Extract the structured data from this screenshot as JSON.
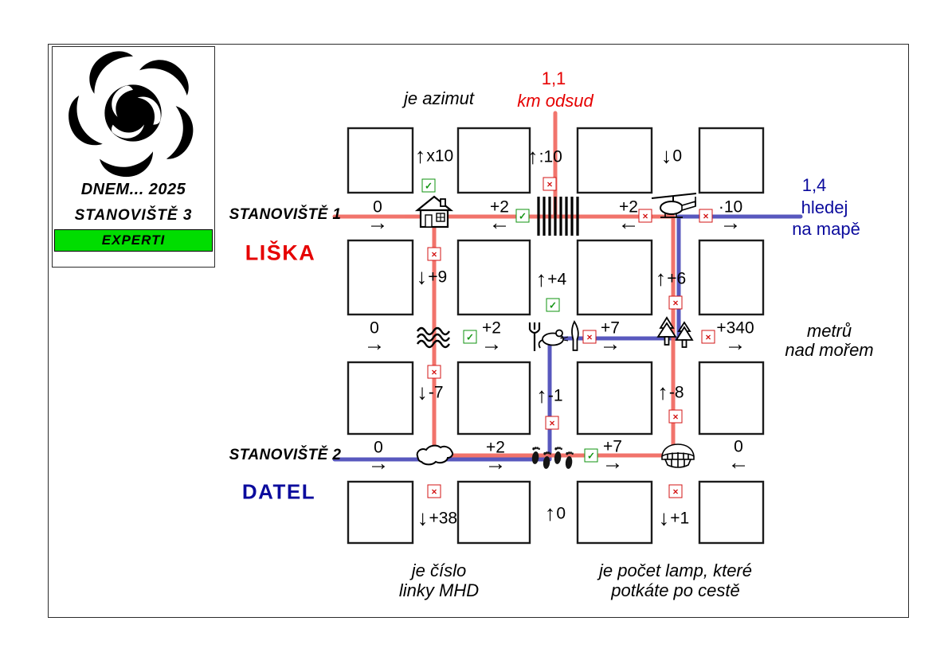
{
  "logo": {
    "event": "DNEM... 2025",
    "station": "STANOVIŠTĚ 3",
    "badge": "EXPERTI"
  },
  "captions": {
    "azimut": "je azimut",
    "km_value": "1,1",
    "km_label": "km odsud",
    "map_value": "1,4",
    "map_label_1": "hledej",
    "map_label_2": "na mapě",
    "elevation_1": "metrů",
    "elevation_2": "nad mořem",
    "mhd_1": "je číslo",
    "mhd_2": "linky MHD",
    "lamps_1": "je počet lamp, které",
    "lamps_2": "potkáte po cestě"
  },
  "routes": {
    "station1": "STANOVIŠTĚ 1",
    "station2": "STANOVIŠTĚ 2",
    "liska": "LIŠKA",
    "datel": "DATEL",
    "liska_color": "#f0685f",
    "datel_color": "#4a4ab8"
  },
  "colors": {
    "text_red": "#e60000",
    "text_blue": "#0b0b9d",
    "badge_green": "#00dd00",
    "check_green": "#0f930f",
    "cross_red": "#d31414"
  },
  "icons": {
    "house": "house-icon",
    "fence": "fence-icon",
    "helicopter": "helicopter-icon",
    "waves": "water-waves-icon",
    "fork": "fork-icon",
    "mouse": "mouse-icon",
    "knife": "knife-icon",
    "pines": "pine-trees-icon",
    "czech_map": "czech-map-icon",
    "footprints": "footprints-icon",
    "dentures": "dentures-icon"
  },
  "clues": {
    "x10": {
      "arrow": "↑",
      "value": "x10",
      "box": "✓"
    },
    "div10": {
      "arrow": "↑",
      "value": ":10",
      "box": "×"
    },
    "top0": {
      "arrow": "↓",
      "value": "0"
    },
    "p9": {
      "arrow": "↓",
      "value": "+9",
      "box": "×"
    },
    "p4": {
      "arrow": "↑",
      "value": "+4",
      "box": "✓"
    },
    "p6": {
      "arrow": "↑",
      "value": "+6",
      "box": "×"
    },
    "m7": {
      "arrow": "↓",
      "value": "-7",
      "box": "×"
    },
    "m1": {
      "arrow": "↑",
      "value": "-1",
      "box": "×"
    },
    "m8": {
      "arrow": "↑",
      "value": "-8",
      "box": "×"
    },
    "p38": {
      "arrow": "↓",
      "value": "+38",
      "box": "×"
    },
    "u0": {
      "arrow": "↑",
      "value": "0"
    },
    "p1": {
      "arrow": "↓",
      "value": "+1",
      "box": "×"
    },
    "r1a": {
      "arrow": "→",
      "value": "0"
    },
    "r1b": {
      "arrow": "←",
      "value": "+2",
      "box": "✓"
    },
    "r1c": {
      "arrow": "←",
      "value": "+2",
      "box": "×"
    },
    "r1d": {
      "arrow": "→",
      "value": "·10",
      "box": "×"
    },
    "r2a": {
      "arrow": "→",
      "value": "0"
    },
    "r2b": {
      "arrow": "→",
      "value": "+2",
      "box": "✓"
    },
    "r2c": {
      "arrow": "→",
      "value": "+7",
      "box": "×"
    },
    "r2d": {
      "arrow": "→",
      "value": "+340",
      "box": "×"
    },
    "r3a": {
      "arrow": "→",
      "value": "0"
    },
    "r3b": {
      "arrow": "→",
      "value": "+2"
    },
    "r3c": {
      "arrow": "→",
      "value": "+7",
      "box": "✓"
    },
    "r3d": {
      "arrow": "←",
      "value": "0"
    }
  }
}
